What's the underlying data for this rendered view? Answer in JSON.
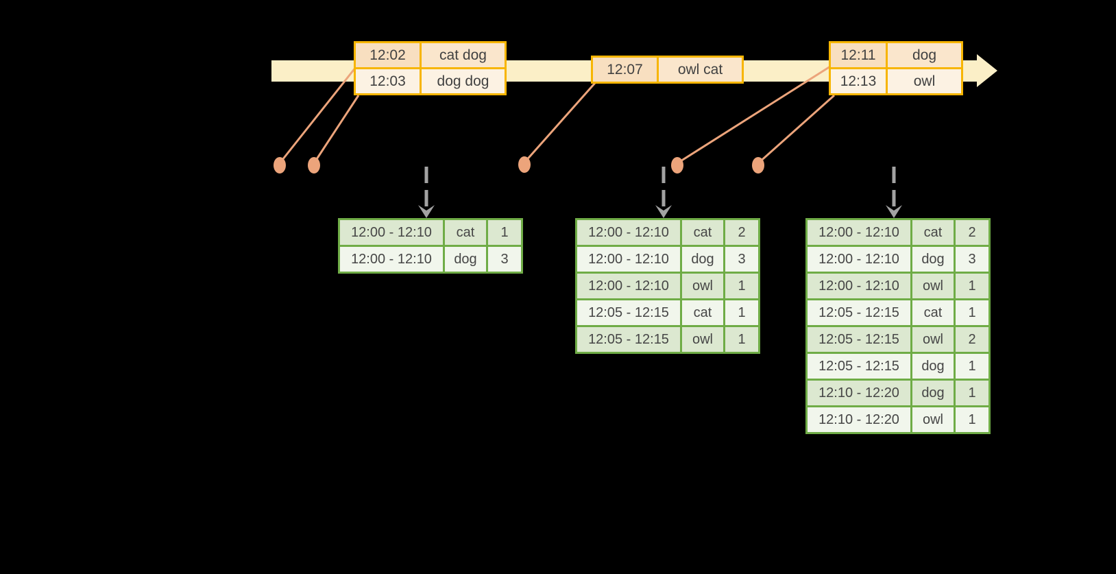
{
  "diagram": {
    "description_colors": {
      "background": "#000000",
      "timeline_band": "#FBEFC7",
      "event_border_gold": "#F7B500",
      "event_fill_dark": "#F8DFC0",
      "event_fill_light": "#FCF2E3",
      "marker_salmon": "#ECA47B",
      "trigger_arrow_gray": "#A3A3A3",
      "result_border_green": "#6FAC46",
      "result_fill_dark": "#DCE8D0",
      "result_fill_light": "#F1F6EC",
      "text": "#424242"
    },
    "icons": {
      "timeline_arrowhead": "css-triangle",
      "event_dot": "svg-ellipse",
      "trigger_arrow": "svg-dashed-line-chevron"
    },
    "event_boxes": [
      {
        "rows": [
          {
            "time": "12:02",
            "words": "cat dog"
          },
          {
            "time": "12:03",
            "words": "dog dog"
          }
        ]
      },
      {
        "rows": [
          {
            "time": "12:07",
            "words": "owl cat"
          }
        ]
      },
      {
        "rows": [
          {
            "time": "12:11",
            "words": "dog"
          },
          {
            "time": "12:13",
            "words": "owl"
          }
        ]
      }
    ],
    "result_tables": [
      {
        "rows": [
          [
            "12:00 - 12:10",
            "cat",
            "1"
          ],
          [
            "12:00 - 12:10",
            "dog",
            "3"
          ]
        ]
      },
      {
        "rows": [
          [
            "12:00 - 12:10",
            "cat",
            "2"
          ],
          [
            "12:00 - 12:10",
            "dog",
            "3"
          ],
          [
            "12:00 - 12:10",
            "owl",
            "1"
          ],
          [
            "12:05 - 12:15",
            "cat",
            "1"
          ],
          [
            "12:05 - 12:15",
            "owl",
            "1"
          ]
        ]
      },
      {
        "rows": [
          [
            "12:00 - 12:10",
            "cat",
            "2"
          ],
          [
            "12:00 - 12:10",
            "dog",
            "3"
          ],
          [
            "12:00 - 12:10",
            "owl",
            "1"
          ],
          [
            "12:05 - 12:15",
            "cat",
            "1"
          ],
          [
            "12:05 - 12:15",
            "owl",
            "2"
          ],
          [
            "12:05 - 12:15",
            "dog",
            "1"
          ],
          [
            "12:10 - 12:20",
            "dog",
            "1"
          ],
          [
            "12:10 - 12:20",
            "owl",
            "1"
          ]
        ]
      }
    ]
  }
}
